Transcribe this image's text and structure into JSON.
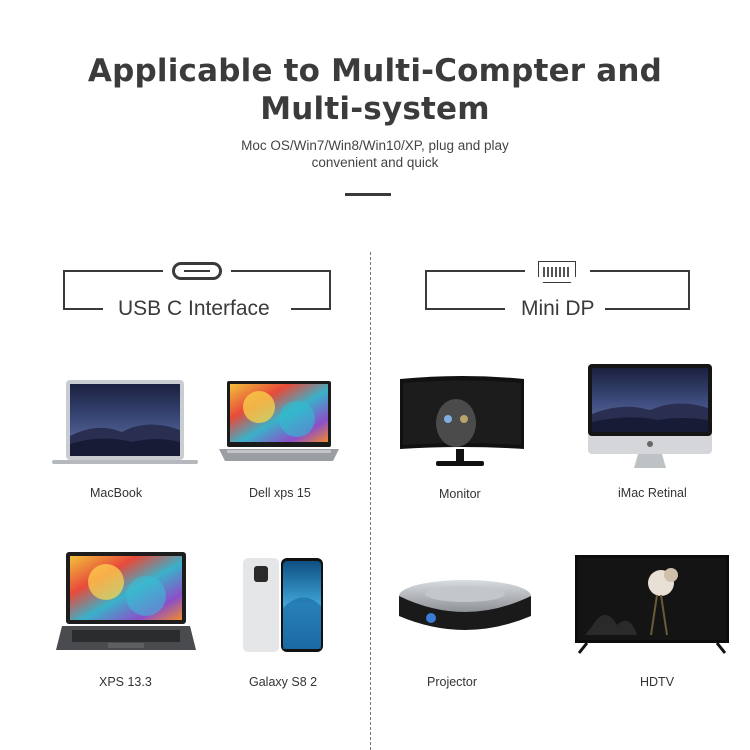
{
  "header": {
    "title_line1": "Applicable to Multi-Compter and",
    "title_line2": "Multi-system",
    "subtitle_line1": "Moc OS/Win7/Win8/Win10/XP, plug and play",
    "subtitle_line2": "convenient and quick"
  },
  "left": {
    "label": "USB C Interface",
    "icon": "usb-c-port-icon",
    "devices": [
      "MacBook",
      "Dell xps 15",
      "XPS 13.3",
      "Galaxy S8 2"
    ]
  },
  "right": {
    "label": "Mini DP",
    "icon": "mini-displayport-icon",
    "devices": [
      "Monitor",
      "iMac Retinal",
      "Projector",
      "HDTV"
    ]
  },
  "colors": {
    "text": "#3a3a3a",
    "background": "#ffffff"
  }
}
